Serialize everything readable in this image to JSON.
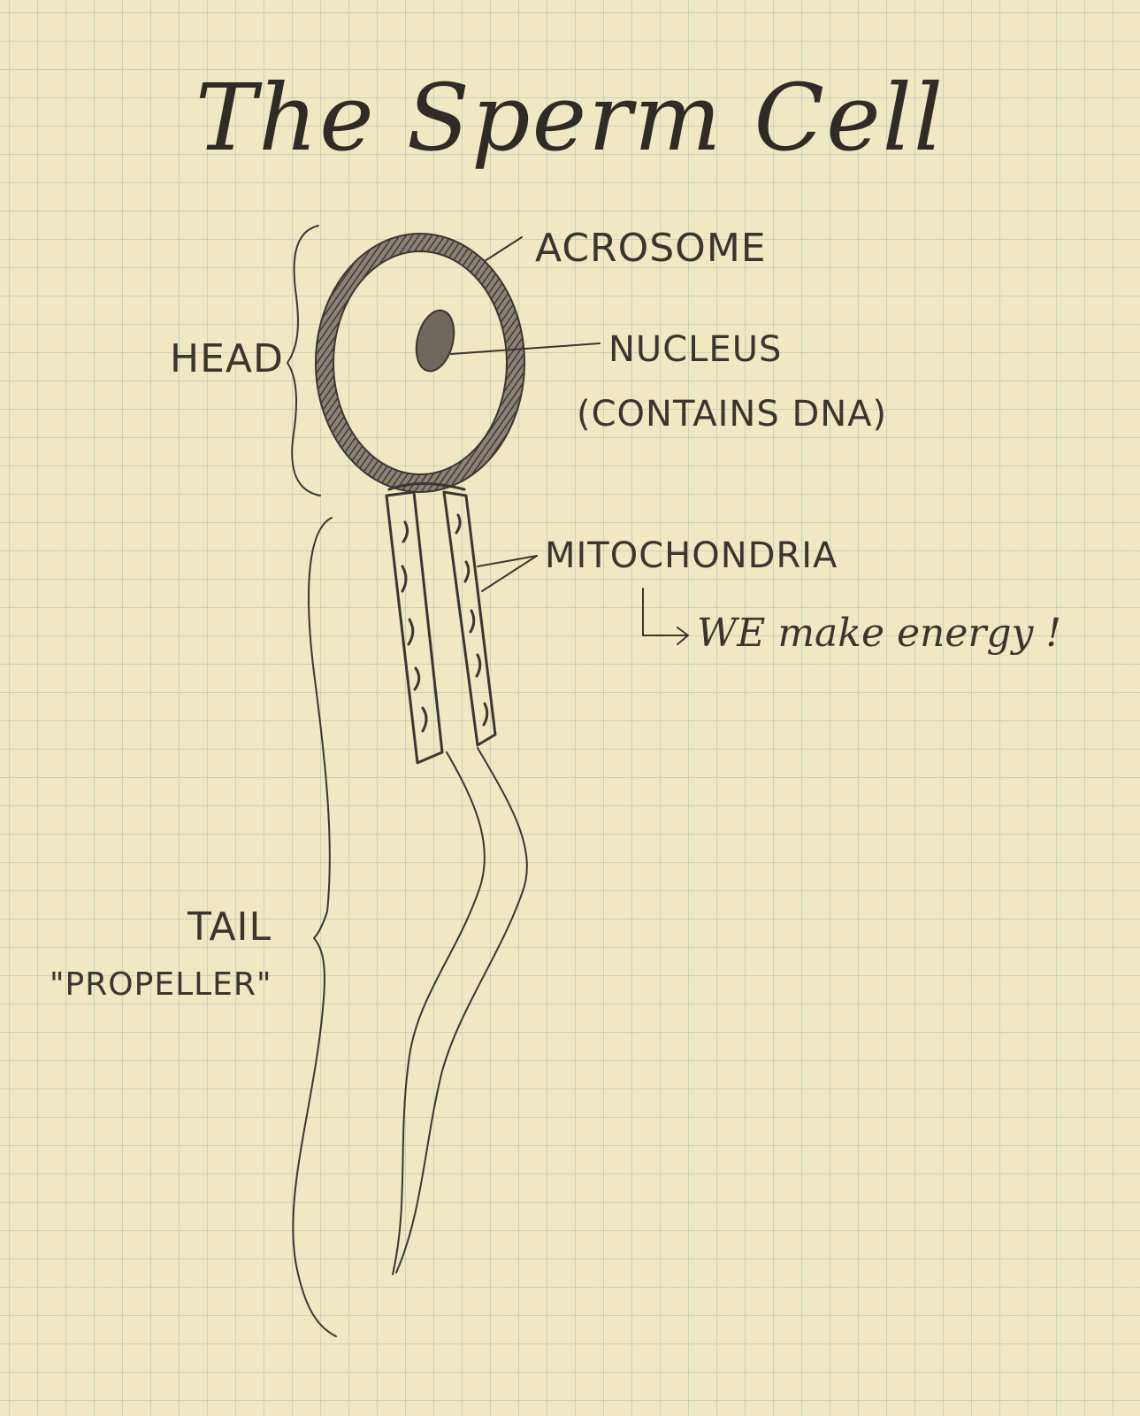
{
  "title": "The Sperm Cell",
  "labels": {
    "acrosome": "ACROSOME",
    "nucleus": "NUCLEUS",
    "nucleus_note": "(CONTAINS DNA)",
    "mitochondria": "MITOCHONDRIA",
    "mitochondria_note": "WE make energy !",
    "head": "HEAD",
    "tail": "TAIL",
    "tail_note": "\"PROPELLER\""
  },
  "colors": {
    "paper": "#efe8c2",
    "grid": "#96beaa",
    "pencil": "#3b3631"
  }
}
